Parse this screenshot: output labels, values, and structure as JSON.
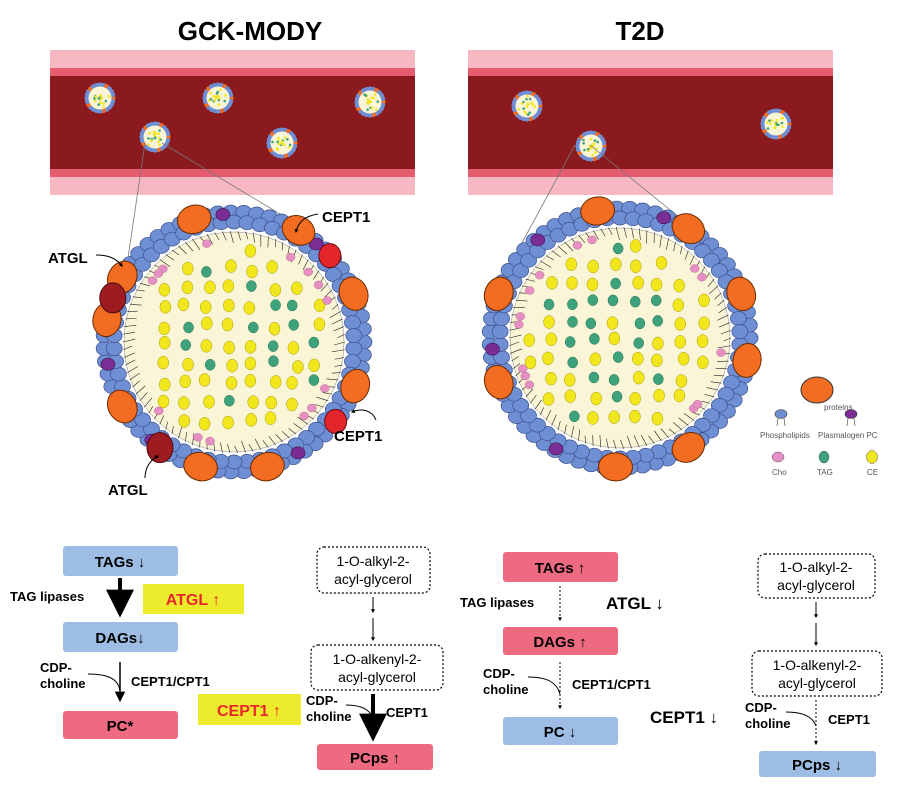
{
  "panels": {
    "left_title": "GCK-MODY",
    "right_title": "T2D"
  },
  "labels": {
    "cept1_top": "CEPT1",
    "atgl_left": "ATGL",
    "cept1_right": "CEPT1",
    "atgl_bottom": "ATGL"
  },
  "legend": {
    "proteins": "proteins",
    "phospholipids": "Phospholipids",
    "plasmalogen": "Plasmalogen PC",
    "cho": "Cho",
    "tag": "TAG",
    "ce": "CE"
  },
  "gck_pathway": {
    "tags": "TAGs ↓",
    "tag_lipases": "TAG lipases",
    "atgl_hl": "ATGL ↑",
    "dags": "DAGs↓",
    "cdp": "CDP-",
    "choline": "choline",
    "cept1_cpt1": "CEPT1/CPT1",
    "pc": "PC*",
    "cept1_hl": "CEPT1 ↑",
    "alkyl_1": "1-O-alkyl-2-",
    "alkyl_2": "acyl-glycerol",
    "alkenyl_1": "1-O-alkenyl-2-",
    "alkenyl_2": "acyl-glycerol",
    "cdp2": "CDP-",
    "choline2": "choline",
    "cept1": "CEPT1",
    "pcps": "PCps ↑"
  },
  "t2d_pathway": {
    "tags": "TAGs ↑",
    "tag_lipases": "TAG lipases",
    "atgl": "ATGL ↓",
    "dags": "DAGs ↑",
    "cdp": "CDP-",
    "choline": "choline",
    "cept1_cpt1": "CEPT1/CPT1",
    "pc": "PC ↓",
    "cept1_big": "CEPT1 ↓",
    "alkyl_1": "1-O-alkyl-2-",
    "alkyl_2": "acyl-glycerol",
    "alkenyl_1": "1-O-alkenyl-2-",
    "alkenyl_2": "acyl-glycerol",
    "cdp2": "CDP-",
    "choline2": "choline",
    "cept1": "CEPT1",
    "pcps": "PCps ↓"
  },
  "colors": {
    "vessel_dark": "#8b1a1e",
    "vessel_pink": "#f7b8c3",
    "protein_orange": "#f26d21",
    "phospholipid_blue": "#6f8fd4",
    "plasmalogen_purple": "#7a2e95",
    "cho_pink": "#e58fc3",
    "tag_green": "#3ea37c",
    "ce_yellow": "#f2e61d",
    "core": "#faf5d7",
    "atgl_red": "#9e1b20",
    "cept1_red": "#e3262c",
    "box_blue": "#9dbde4",
    "box_pink": "#ee6a80",
    "highlight": "#ecec2c"
  }
}
